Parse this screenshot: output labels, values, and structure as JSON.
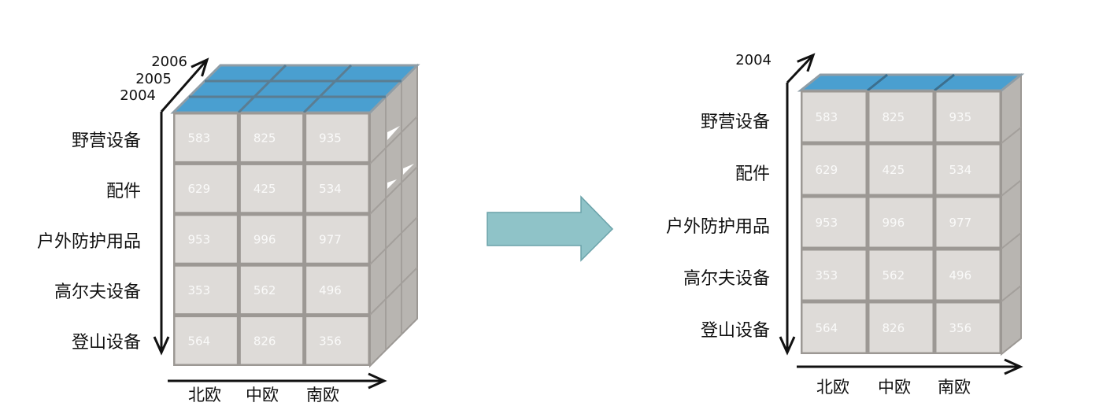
{
  "rows": [
    "野营设备",
    "配件",
    "户外防护用品",
    "高尔夫设备",
    "登山设备"
  ],
  "columns": [
    "北欧",
    "中欧",
    "南欧"
  ],
  "cells": [
    [
      "583",
      "825",
      "935"
    ],
    [
      "629",
      "425",
      "534"
    ],
    [
      "953",
      "996",
      "977"
    ],
    [
      "353",
      "562",
      "496"
    ],
    [
      "564",
      "826",
      "356"
    ]
  ],
  "source_cube": {
    "years": [
      "2006",
      "2005",
      "2004"
    ]
  },
  "slice_cube": {
    "year": "2004"
  },
  "colors": {
    "cell_face": "#dedbd8",
    "frame": "#9c9894",
    "side": "#b8b5b1",
    "top_face": "#4a9fd0",
    "arrow_fill": "#8fc3c8",
    "arrow_stroke": "#6aa2a9",
    "axis": "#111111"
  }
}
